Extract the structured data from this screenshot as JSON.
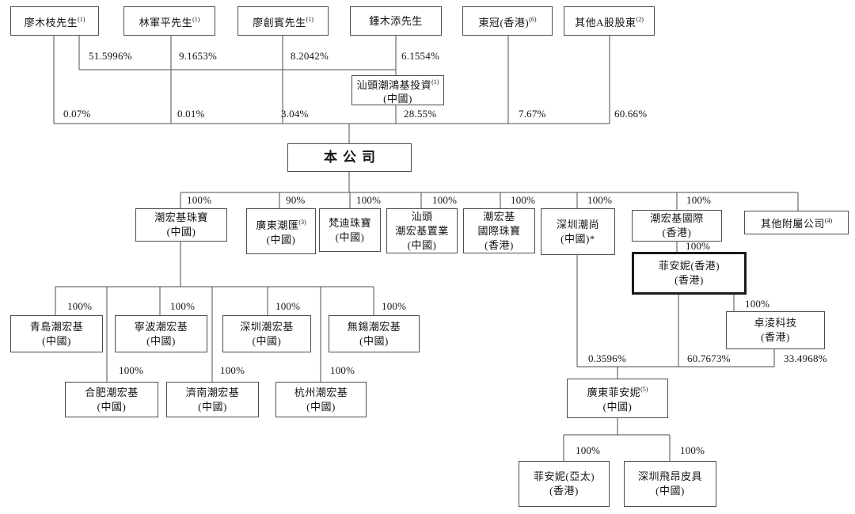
{
  "nodes": {
    "sh1": {
      "l1": "廖木枝先生",
      "note": "(1)"
    },
    "sh2": {
      "l1": "林軍平先生",
      "note": "(1)"
    },
    "sh3": {
      "l1": "廖創賓先生",
      "note": "(1)"
    },
    "sh4": {
      "l1": "鍾木添先生"
    },
    "sh5": {
      "l1": "東冠(香港)",
      "note": "(6)"
    },
    "sh6": {
      "l1": "其他A股股東",
      "note": "(2)"
    },
    "st_invest": {
      "l1": "汕頭潮鴻基投資",
      "note": "(1)",
      "l2": "(中國)"
    },
    "company": {
      "l1": "本公司"
    },
    "zhb_jewel": {
      "l1": "潮宏基珠寶",
      "l2": "(中國)"
    },
    "gd_chaohui": {
      "l1": "廣東潮匯",
      "note": "(3)",
      "l2": "(中國)"
    },
    "fandi": {
      "l1": "梵迪珠寶",
      "l2": "(中國)"
    },
    "st_real": {
      "l1": "汕頭",
      "l2": "潮宏基置業",
      "l3": "(中國)"
    },
    "intl_jewel": {
      "l1": "潮宏基",
      "l2": "國際珠寶",
      "l3": "(香港)"
    },
    "sz_chaoshang": {
      "l1": "深圳潮尚",
      "l2": "(中國)*"
    },
    "chj_intl": {
      "l1": "潮宏基國際",
      "l2": "(香港)"
    },
    "other_subs": {
      "l1": "其他附屬公司",
      "note": "(4)"
    },
    "fion_hk": {
      "l1": "菲安妮(香港)",
      "l2": "(香港)"
    },
    "zhuoling": {
      "l1": "卓淩科技",
      "l2": "(香港)"
    },
    "qingdao": {
      "l1": "青島潮宏基",
      "l2": "(中國)"
    },
    "ningbo": {
      "l1": "寧波潮宏基",
      "l2": "(中國)"
    },
    "shenzhen": {
      "l1": "深圳潮宏基",
      "l2": "(中國)"
    },
    "wuxi": {
      "l1": "無錫潮宏基",
      "l2": "(中國)"
    },
    "hefei": {
      "l1": "合肥潮宏基",
      "l2": "(中國)"
    },
    "jinan": {
      "l1": "濟南潮宏基",
      "l2": "(中國)"
    },
    "hangzhou": {
      "l1": "杭州潮宏基",
      "l2": "(中國)"
    },
    "gd_fion": {
      "l1": "廣東菲安妮",
      "note": "(5)",
      "l2": "(中國)"
    },
    "fion_ap": {
      "l1": "菲安妮(亞太)",
      "l2": "(香港)"
    },
    "sz_feiang": {
      "l1": "深圳飛昂皮具",
      "l2": "(中國)"
    }
  },
  "percents": {
    "invest_liaomuzhi": "51.5996%",
    "invest_linjunping": "9.1653%",
    "invest_liaochuangbin": "8.2042%",
    "invest_zhongmutian": "6.1554%",
    "company_liaomuzhi": "0.07%",
    "company_linjunping": "0.01%",
    "company_liaochuangbin": "3.04%",
    "company_shantou_invest": "28.55%",
    "company_dongguan": "7.67%",
    "company_other_a": "60.66%",
    "chj_jewellery": "100%",
    "gd_chaohui": "90%",
    "fandi": "100%",
    "st_property": "100%",
    "intl_jewellery": "100%",
    "sz_chaoshang": "100%",
    "chj_international": "100%",
    "fion_hk": "100%",
    "zhuoling": "100%",
    "gdfion_from_szchaoshang": "0.3596%",
    "gdfion_from_fionhk": "60.7673%",
    "gdfion_from_zhuoling": "33.4968%",
    "qingdao": "100%",
    "ningbo": "100%",
    "shenzhen": "100%",
    "wuxi": "100%",
    "hefei": "100%",
    "jinan": "100%",
    "hangzhou": "100%",
    "fion_ap": "100%",
    "sz_feiang": "100%"
  },
  "colors": {
    "line": "#4d4d4d",
    "text": "#141414",
    "highlight_border": "#1a1a1a",
    "background": "#ffffff"
  }
}
